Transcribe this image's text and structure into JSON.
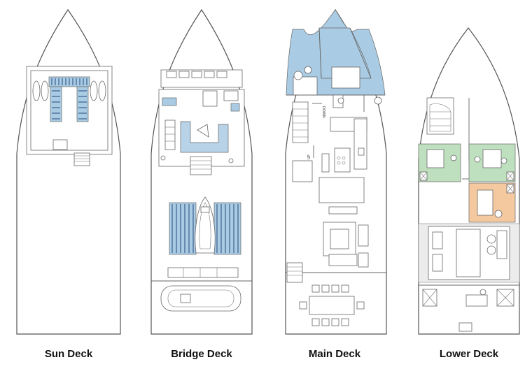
{
  "decks": [
    {
      "id": "sun",
      "label": "Sun Deck"
    },
    {
      "id": "bridge",
      "label": "Bridge Deck"
    },
    {
      "id": "main",
      "label": "Main Deck"
    },
    {
      "id": "lower",
      "label": "Lower Deck"
    }
  ],
  "annotations": {
    "down": "DOWN",
    "up": "UP"
  }
}
